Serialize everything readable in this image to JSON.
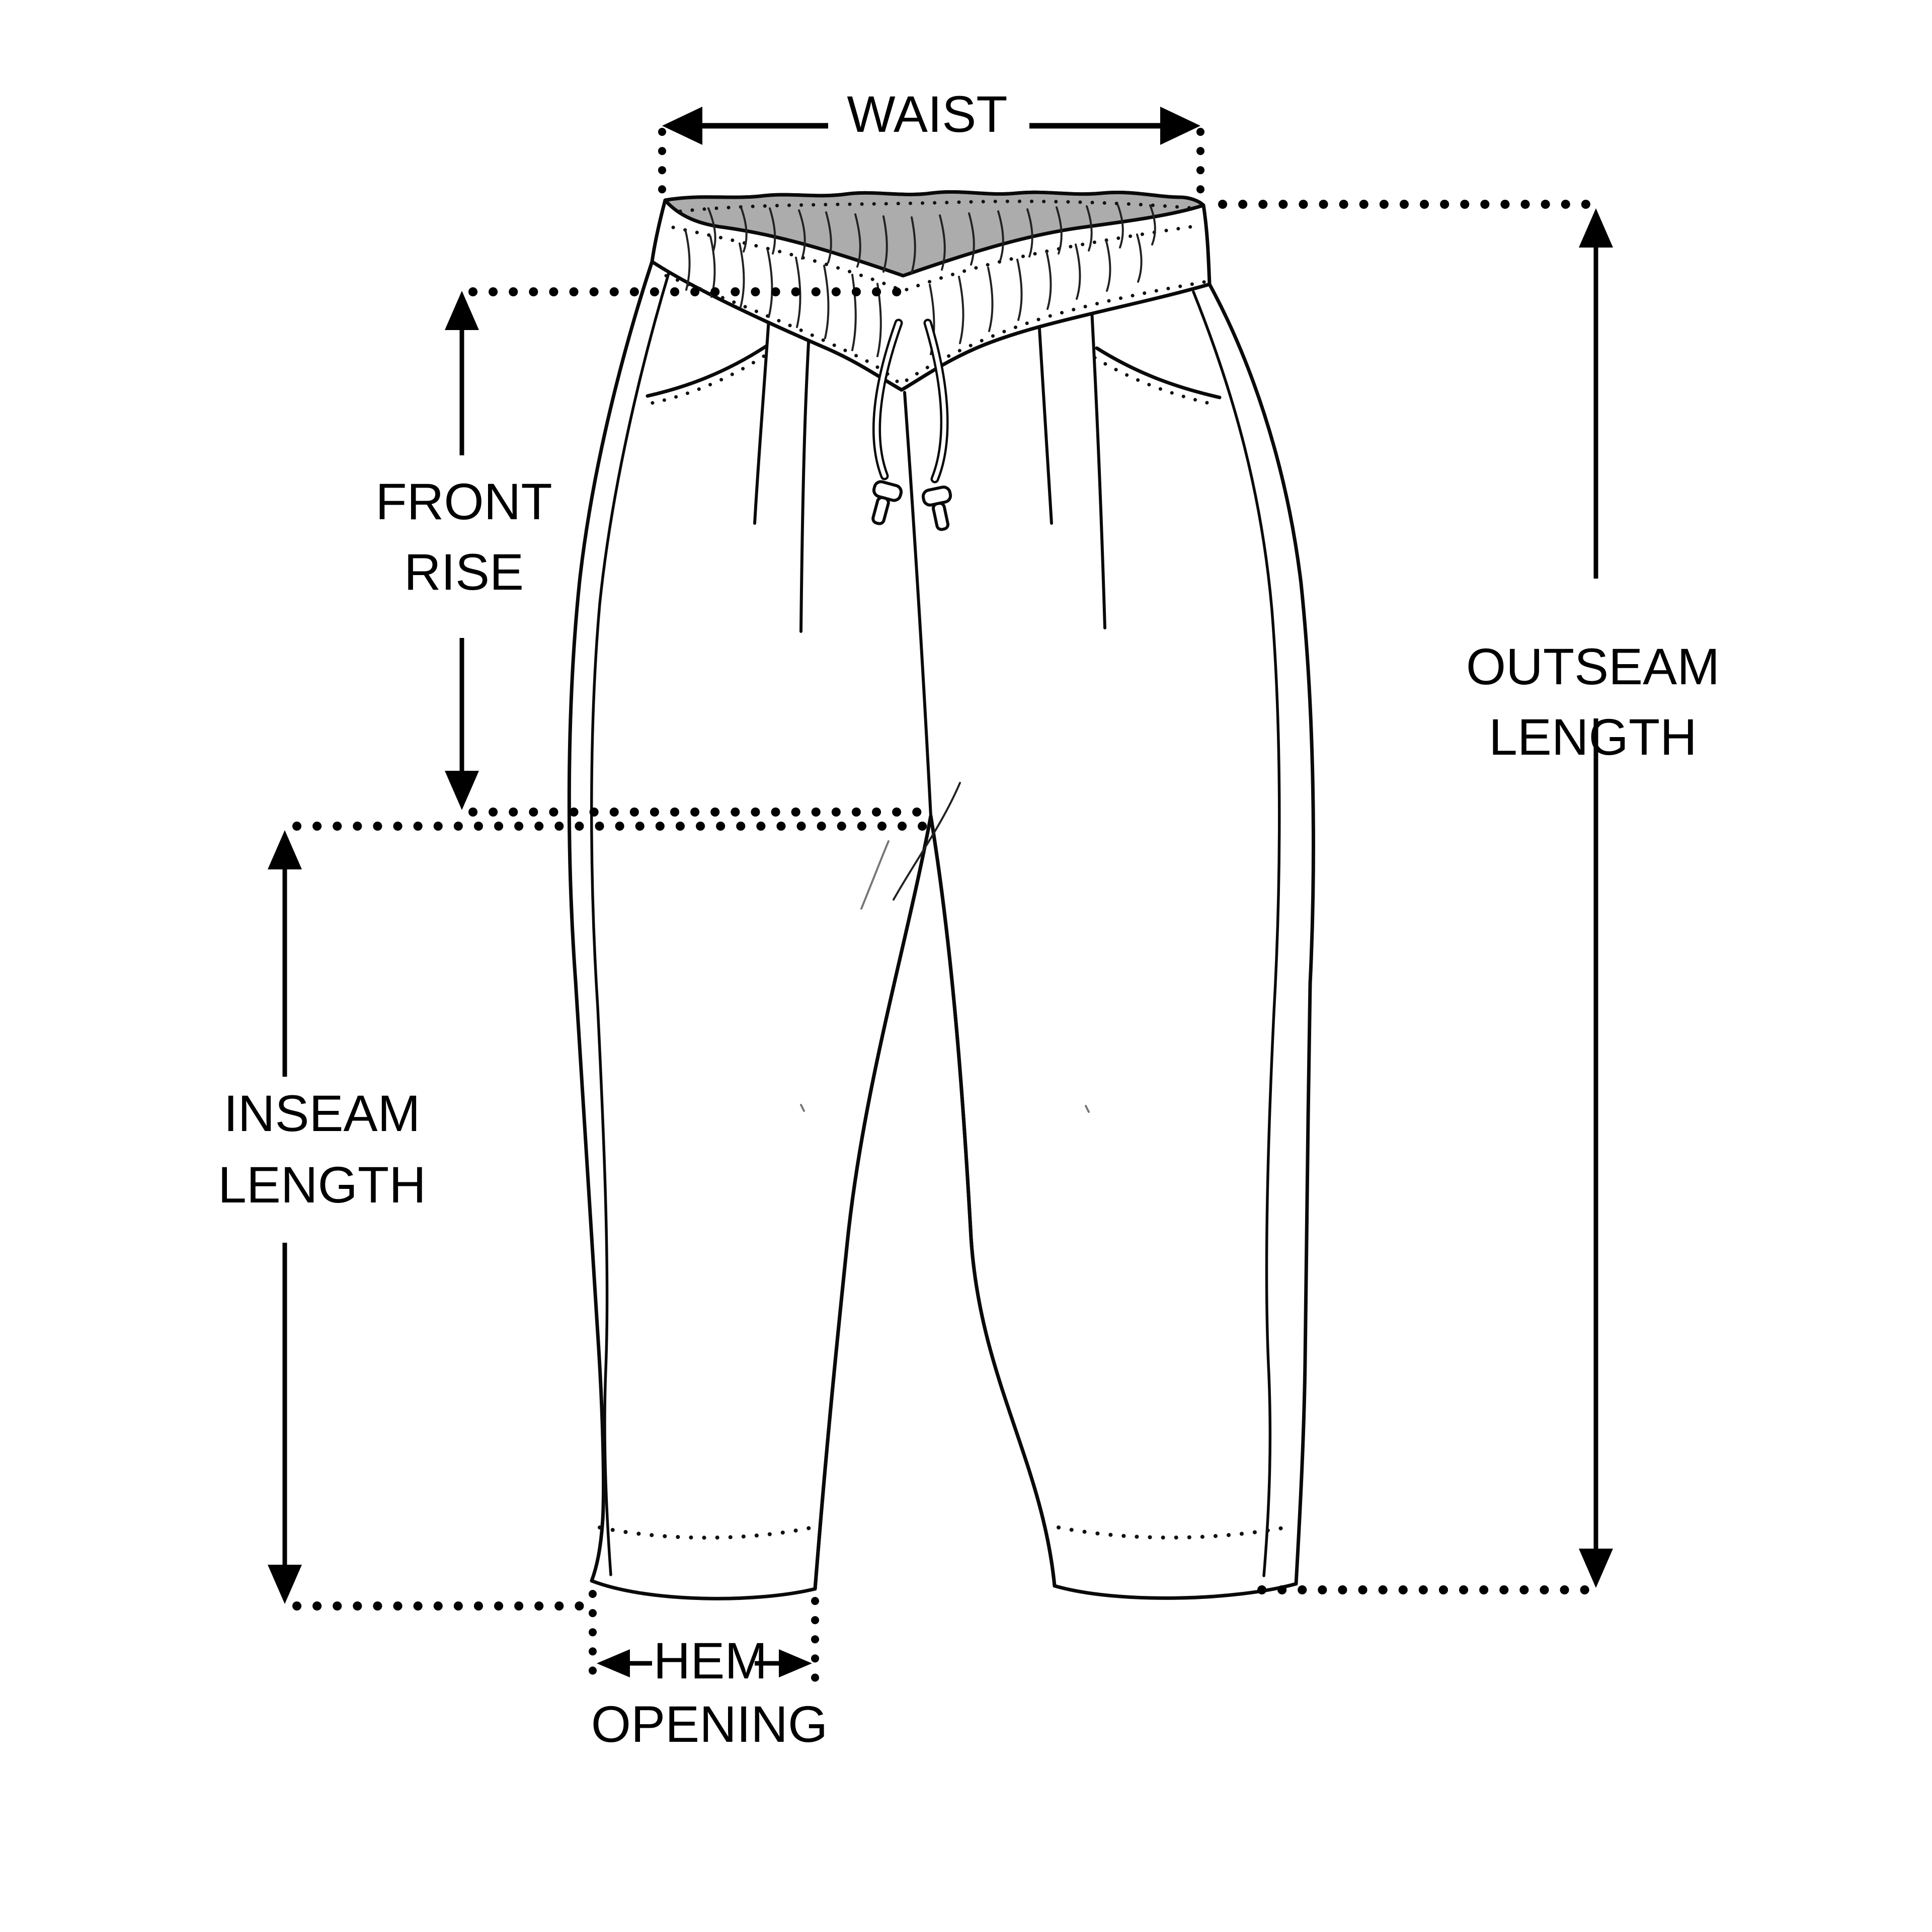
{
  "canvas": {
    "background": "#ffffff",
    "ink": "#000000",
    "waistband_inner_gray": "#acacac"
  },
  "illustration": {
    "icon": "jogger-pants-front-flat-sketch-icon"
  },
  "annotations": {
    "waist": {
      "label": "WAIST"
    },
    "front_rise": {
      "label_line1": "FRONT",
      "label_line2": "RISE"
    },
    "outseam": {
      "label_line1": "OUTSEAM",
      "label_line2": "LENGTH"
    },
    "inseam": {
      "label_line1": "INSEAM",
      "label_line2": "LENGTH"
    },
    "hem_opening": {
      "label_line1": "HEM",
      "label_line2": "OPENING"
    }
  }
}
